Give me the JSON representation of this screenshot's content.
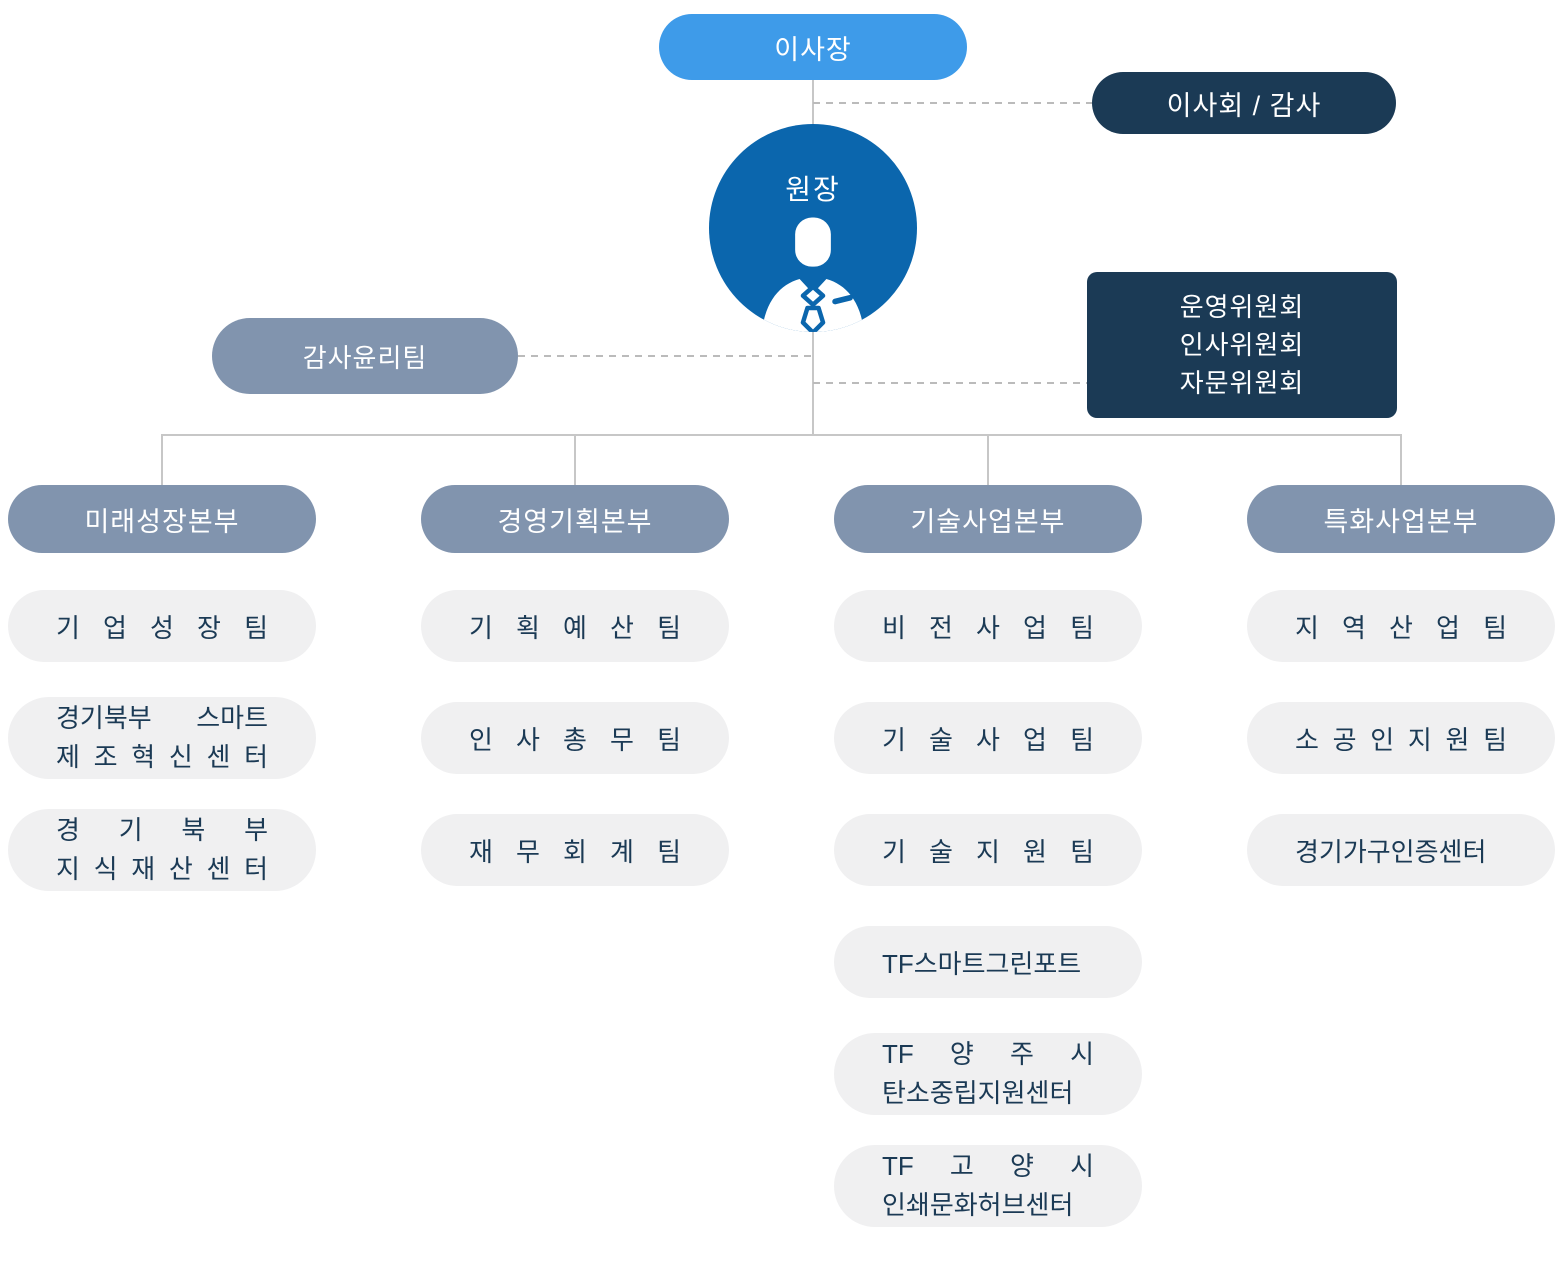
{
  "palette": {
    "chairman_blue": "#3E9BE9",
    "director_blue": "#0B66AD",
    "navy": "#1B3A55",
    "gray_blue": "#8194AE",
    "team_pill_bg": "#F0F0F1",
    "team_text": "#1B3A55",
    "solid_line": "#C7C7C7",
    "dashed_line": "#BBBBBB"
  },
  "top": {
    "chairman": "이사장",
    "board_audit": "이사회 / 감사",
    "director": "원장",
    "audit_ethics_team": "감사윤리팀",
    "committees": [
      "운영위원회",
      "인사위원회",
      "자문위원회"
    ]
  },
  "divisions": [
    {
      "name": "미래성장본부",
      "teams": [
        {
          "lines": [
            "기 업 성 장 팀"
          ]
        },
        {
          "lines": [
            "경기북부 스마트",
            "제 조 혁 신 센 터"
          ]
        },
        {
          "lines": [
            "경 기 북 부",
            "지 식 재 산 센 터"
          ]
        }
      ]
    },
    {
      "name": "경영기획본부",
      "teams": [
        {
          "lines": [
            "기 획 예 산 팀"
          ]
        },
        {
          "lines": [
            "인 사 총 무 팀"
          ]
        },
        {
          "lines": [
            "재 무 회 계 팀"
          ]
        }
      ]
    },
    {
      "name": "기술사업본부",
      "teams": [
        {
          "lines": [
            "비 전 사 업 팀"
          ]
        },
        {
          "lines": [
            "기 술 사 업 팀"
          ]
        },
        {
          "lines": [
            "기 술 지 원 팀"
          ]
        },
        {
          "lines": [
            "TF스마트그린포트"
          ]
        },
        {
          "lines": [
            "TF 양 주 시",
            "탄소중립지원센터"
          ]
        },
        {
          "lines": [
            "TF 고 양 시",
            "인쇄문화허브센터"
          ]
        }
      ]
    },
    {
      "name": "특화사업본부",
      "teams": [
        {
          "lines": [
            "지 역 산 업 팀"
          ]
        },
        {
          "lines": [
            "소 공 인 지 원 팀"
          ]
        },
        {
          "lines": [
            "경기가구인증센터"
          ]
        }
      ]
    }
  ]
}
